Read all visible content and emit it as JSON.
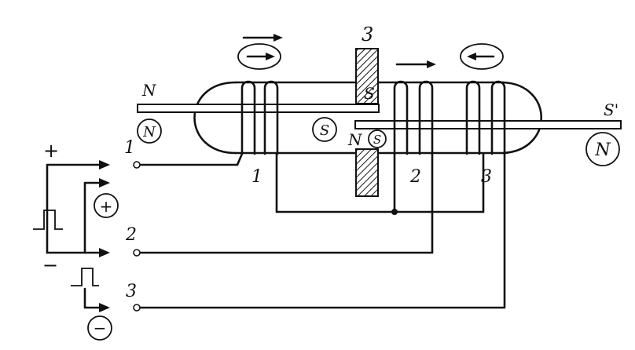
{
  "labels": {
    "screen": "3",
    "coil_1": "1",
    "coil_2": "2",
    "coil_3": "3",
    "term_1": "1",
    "term_2": "2",
    "term_3": "3",
    "reed1_left_pole": "N",
    "reed1_right_pole": "S",
    "reed2_left_pole": "N",
    "reed2_right_pole": "S'",
    "circle_left": "N",
    "circle_center": "S",
    "circle_small": "S",
    "circle_right": "N",
    "plus_sign": "+",
    "minus_sign": "−",
    "plus_circle": "+",
    "minus_circle": "−"
  },
  "colors": {
    "ink": "#111111",
    "background": "#ffffff"
  }
}
